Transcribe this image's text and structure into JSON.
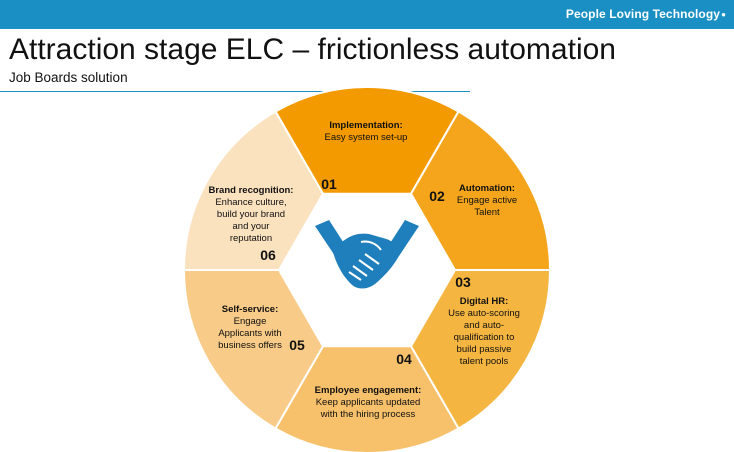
{
  "header": {
    "brand": "People Loving Technology",
    "title": "Attraction stage ELC – frictionless automation",
    "subtitle": "Job Boards solution"
  },
  "colors": {
    "header_bar": "#1a8fc4",
    "segment_1": "#f29a00",
    "segment_2": "#f4a51c",
    "segment_3": "#f5b541",
    "segment_4": "#f7c06a",
    "segment_5": "#f8cb88",
    "segment_6": "#fbe2bf",
    "handshake": "#1f7fbd"
  },
  "center_icon": "handshake-icon",
  "segments": [
    {
      "num": "01",
      "title": "Implementation:",
      "lines": [
        "Easy system set-up"
      ]
    },
    {
      "num": "02",
      "title": "Automation:",
      "lines": [
        "Engage active",
        "Talent"
      ]
    },
    {
      "num": "03",
      "title": "Digital HR:",
      "lines": [
        "Use auto-scoring",
        "and auto-",
        "qualification to",
        "build passive",
        "talent pools"
      ]
    },
    {
      "num": "04",
      "title": "Employee engagement:",
      "lines": [
        "Keep applicants updated",
        "with the hiring process"
      ]
    },
    {
      "num": "05",
      "title": "Self-service:",
      "lines": [
        "Engage",
        "Applicants with",
        "business offers"
      ]
    },
    {
      "num": "06",
      "title": "Brand recognition:",
      "lines": [
        "Enhance culture,",
        "build your brand",
        "and your",
        "reputation"
      ]
    }
  ]
}
